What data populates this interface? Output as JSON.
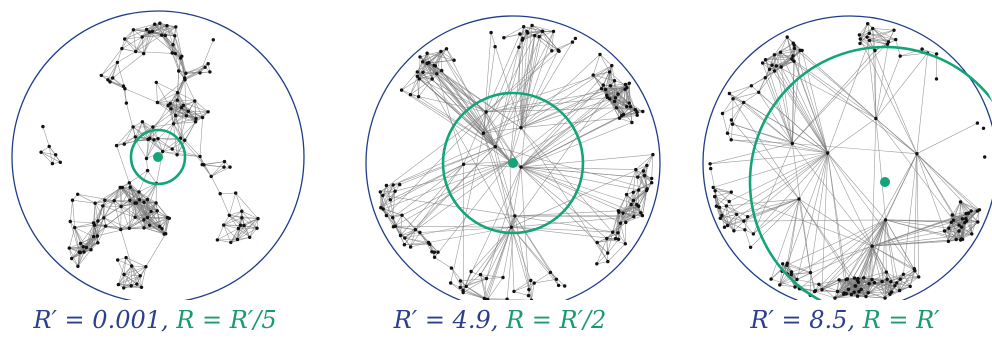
{
  "colors": {
    "disk_boundary": "#1f3d8a",
    "edge": "#7a7a7a",
    "node": "#111111",
    "highlight": "#13a579",
    "caption_blue": "#2b3f8f",
    "caption_green": "#1a9a70"
  },
  "panels": [
    {
      "caption_main": "R′ = 0.001,",
      "caption_highlight": "R = R′/5",
      "R_prime": 0.001,
      "R_ratio": 0.2
    },
    {
      "caption_main": "R′ = 4.9,",
      "caption_highlight": "R = R′/2",
      "R_prime": 4.9,
      "R_ratio": 0.5
    },
    {
      "caption_main": "R′ = 8.5,",
      "caption_highlight": "R = R′",
      "R_prime": 8.5,
      "R_ratio": 1.0
    }
  ]
}
